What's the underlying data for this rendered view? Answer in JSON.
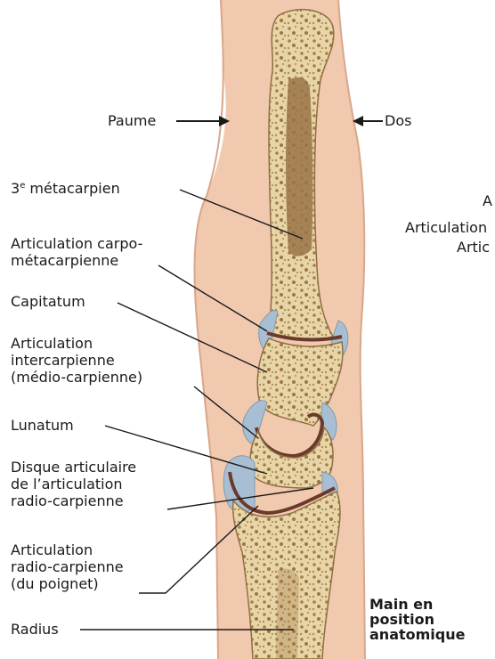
{
  "labels": {
    "paume": "Paume",
    "dos": "Dos",
    "metacarpien_num": "3",
    "metacarpien_sup": "e",
    "metacarpien_rest": " métacarpien",
    "carpo_1": "Articulation carpo-",
    "carpo_2": "métacarpienne",
    "capitatum": "Capitatum",
    "inter_1": "Articulation",
    "inter_2": "intercarpienne",
    "inter_3": "(médio-carpienne)",
    "lunatum": "Lunatum",
    "disque_1": "Disque articulaire",
    "disque_2": "de l’articulation",
    "disque_3": "radio-carpienne",
    "radio_1": "Articulation",
    "radio_2": "radio-carpienne",
    "radio_3": "(du poignet)",
    "radius": "Radius"
  },
  "cut_off_labels": {
    "a": "A",
    "articulation": "Articulation",
    "artic": "Artic"
  },
  "caption": {
    "line1": "Main en",
    "line2": "position",
    "line3": "anatomique"
  },
  "colors": {
    "skin": "#f1c9ae",
    "bone": "#e6d2a4",
    "marrow": "#8a6a3c",
    "joint": "#6b3a2a",
    "cartilage": "#a8bfd3"
  }
}
